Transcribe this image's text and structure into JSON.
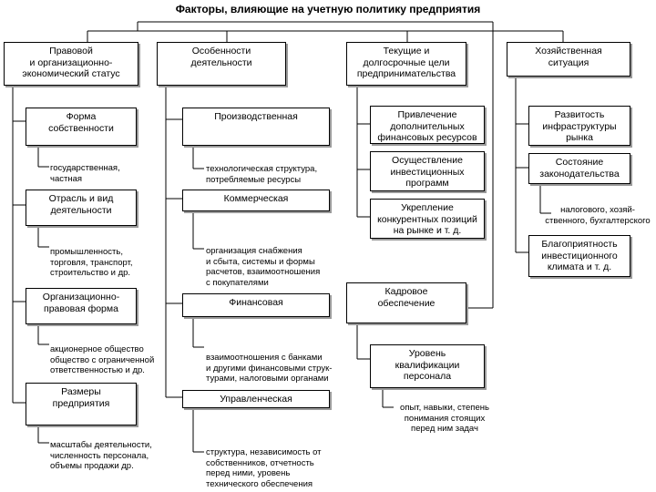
{
  "title": "Факторы, влияющие на учетную политику предприятия",
  "columns": {
    "legal": {
      "header": "Правовой\nи организационно-\nэкономический статус",
      "items": [
        {
          "label": "Форма\nсобственности",
          "note": "государственная,\nчастная"
        },
        {
          "label": "Отрасль и вид\nдеятельности",
          "note": "промышленность,\nторговля, транспорт,\nстроительство и др."
        },
        {
          "label": "Организационно-\nправовая форма",
          "note": "акционерное общество\nобщество с ограниченной\nответственностью и др."
        },
        {
          "label": "Размеры\nпредприятия",
          "note": "масштабы деятельности,\nчисленность персонала,\nобъемы продажи др."
        }
      ]
    },
    "activity": {
      "header": "Особенности\nдеятельности",
      "items": [
        {
          "label": "Производственная",
          "note": "технологическая структура,\nпотребляемые ресурсы"
        },
        {
          "label": "Коммерческая",
          "note": "организация снабжения\nи сбыта, системы и формы\nрасчетов, взаимоотношения\nс покупателями"
        },
        {
          "label": "Финансовая",
          "note": "взаимоотношения с банками\nи другими финансовыми струк-\nтурами, налоговыми органами"
        },
        {
          "label": "Управленческая",
          "note": "структура, независимость от\nсобственников, отчетность\nперед ними, уровень\nтехнического обеспечения"
        }
      ]
    },
    "goals": {
      "header": "Текущие и\nдолгосрочные цели\nпредпринимательства",
      "items": [
        {
          "label": "Привлечение\nдополнительных\nфинансовых ресурсов"
        },
        {
          "label": "Осуществление\nинвестиционных\nпрограмм"
        },
        {
          "label": "Укрепление\nконкурентных позиций\nна рынке и т. д."
        }
      ],
      "staff": {
        "label": "Кадровое\nобеспечение",
        "sub_label": "Уровень\nквалификации\nперсонала",
        "note": "опыт, навыки, степень\nпонимания стоящих\nперед ним задач"
      }
    },
    "economy": {
      "header": "Хозяйственная\nситуация",
      "items": [
        {
          "label": "Развитость\nинфраструктуры\nрынка"
        },
        {
          "label": "Состояние\nзаконодательства",
          "note": "налогового, хозяй-\nственного, бухгалтерского"
        },
        {
          "label": "Благоприятность\nинвестиционного\nклимата и т. д."
        }
      ]
    }
  }
}
